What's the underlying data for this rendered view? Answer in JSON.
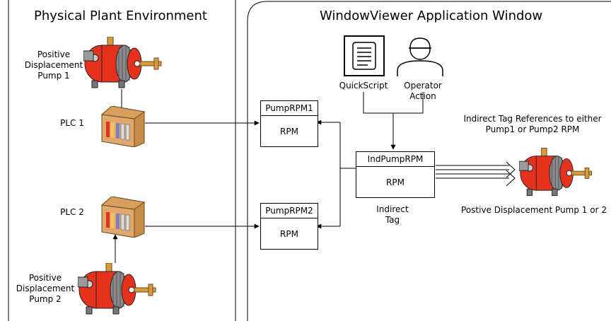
{
  "left_panel": {
    "title": "Physical Plant Environment",
    "pump1_label": "Positive\nDisplacement\nPump 1",
    "plc1_label": "PLC 1",
    "plc2_label": "PLC 2",
    "pump2_label": "Positive\nDisplacement\nPump 2"
  },
  "right_panel": {
    "title": "WindowViewer Application Window",
    "quickscript_label": "QuickScript",
    "operator_label": "Operator\nAction",
    "tag1": {
      "name": "PumpRPM1",
      "field": "RPM"
    },
    "tag2": {
      "name": "PumpRPM2",
      "field": "RPM"
    },
    "indirect_tag": {
      "name": "IndPumpRPM",
      "field": "RPM",
      "caption": "Indirect\nTag"
    },
    "indirect_ref_label": "Indirect Tag References to either\nPump1 or Pump2 RPM",
    "output_pump_label": "Postive Displacement Pump 1 or 2"
  },
  "colors": {
    "pump_red": "#e4321d",
    "pump_gray": "#8a8a8a",
    "plc_tan": "#c98b4a",
    "pipe_orange": "#d79a3c"
  },
  "icons": [
    "pump-icon",
    "plc-icon",
    "script-icon",
    "operator-icon"
  ]
}
